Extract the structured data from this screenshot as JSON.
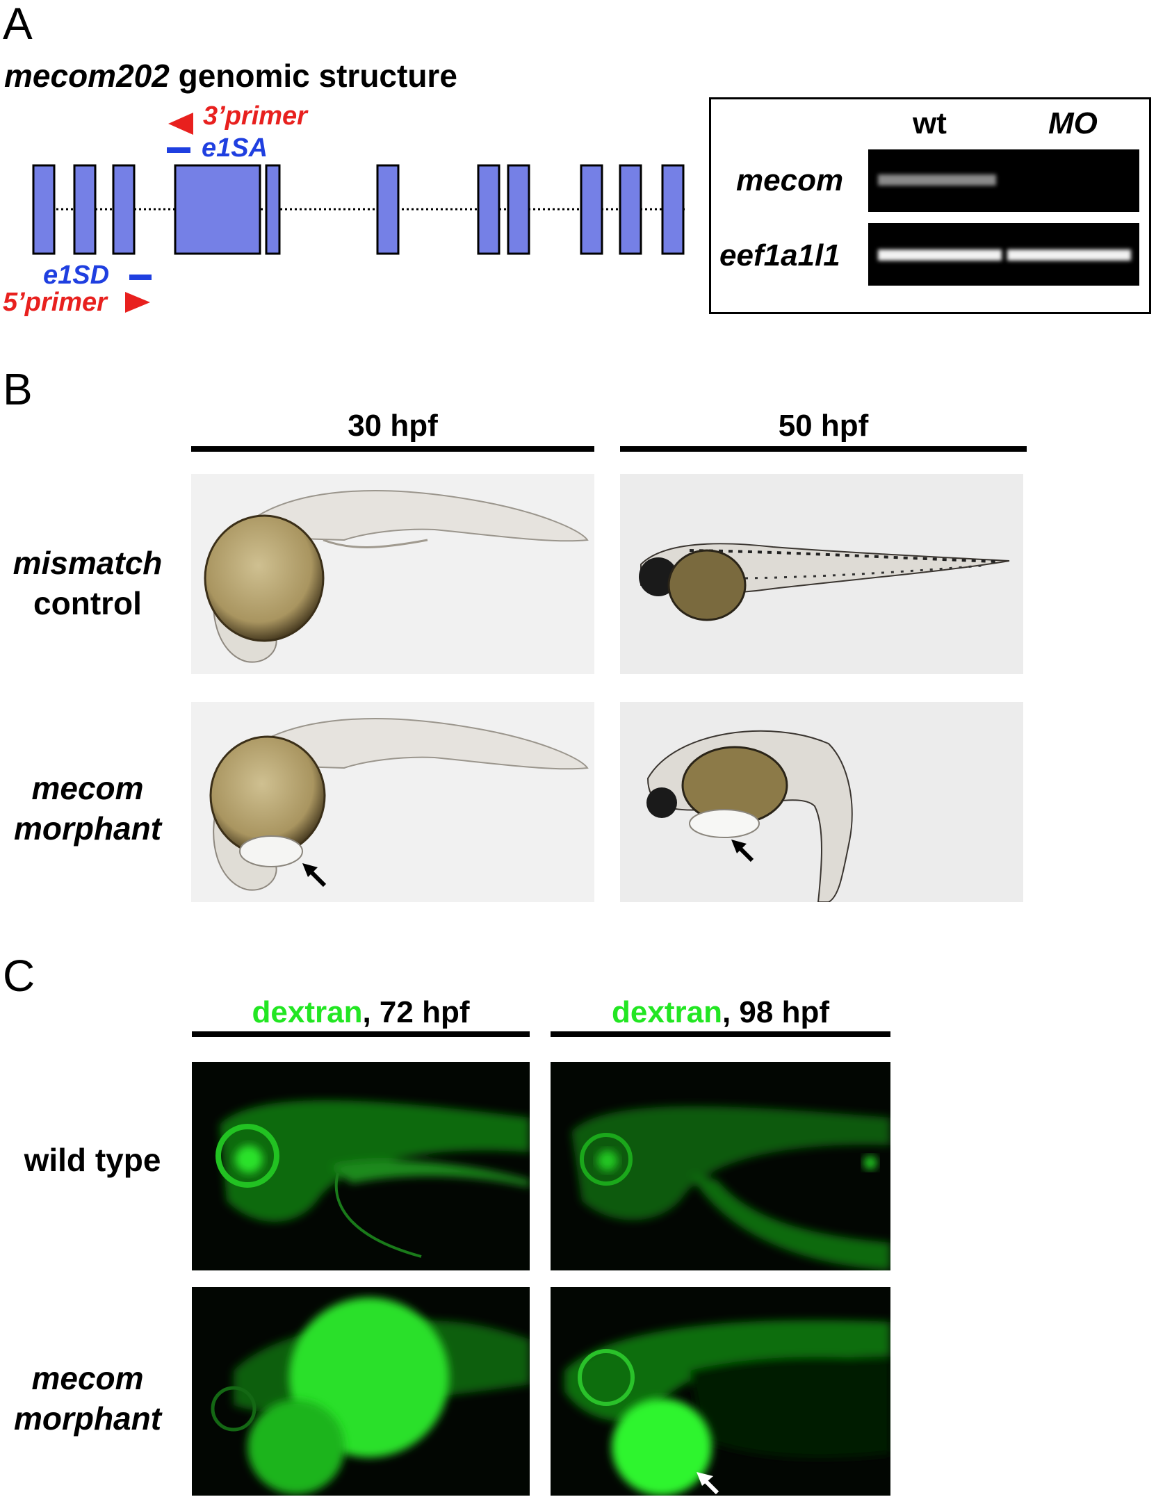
{
  "panel_a": {
    "letter": "A",
    "title_gene": "mecom202",
    "title_rest": " genomic structure",
    "primer3": "3’primer",
    "mo_e1sa": "e1SA",
    "mo_e1sd": "e1SD",
    "primer5": "5’primer",
    "gel": {
      "col_wt": "wt",
      "col_mo": "MO",
      "row_mecom": "mecom",
      "row_eef": "eef1a1l1"
    },
    "colors": {
      "exon": "#7580e6",
      "red": "#e8201e",
      "blue": "#1f3fe0"
    }
  },
  "panel_b": {
    "letter": "B",
    "col1": "30 hpf",
    "col2": "50 hpf",
    "row1_line1": "mismatch",
    "row1_line2": "control",
    "row2_line1": "mecom",
    "row2_line2": "morphant"
  },
  "panel_c": {
    "letter": "C",
    "col1_green": "dextran",
    "col1_rest": ", 72 hpf",
    "col2_green": "dextran",
    "col2_rest": ", 98 hpf",
    "row1": "wild type",
    "row2_line1": "mecom",
    "row2_line2": "morphant",
    "green": "#22e622"
  }
}
